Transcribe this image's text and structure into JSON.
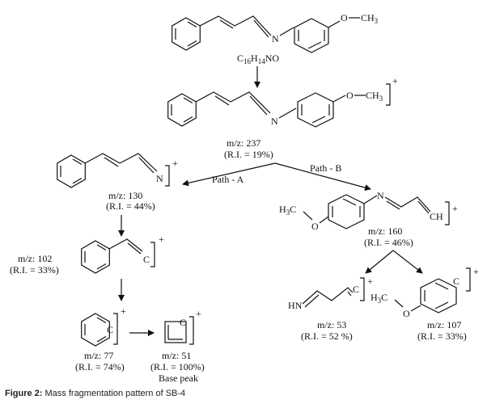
{
  "start": {
    "formula_main": "C",
    "formula_s1": "16",
    "formula_h": "H",
    "formula_s2": "14",
    "formula_tail": "NO"
  },
  "atoms": {
    "N": "N",
    "O": "O",
    "CH3": "CH",
    "CH3_sub": "3",
    "H3C": "H",
    "H3C_sub": "3",
    "H3C_c": "C",
    "C": "C",
    "CH": "CH",
    "HN": "HN",
    "plus": "+"
  },
  "paths": {
    "a": "Path - A",
    "b": "Path - B"
  },
  "fragments": {
    "m237": {
      "mz": "m/z: 237",
      "ri": "(R.I. = 19%)"
    },
    "m130": {
      "mz": "m/z: 130",
      "ri": "(R.I. = 44%)"
    },
    "m160": {
      "mz": "m/z: 160",
      "ri": "(R.I. = 46%)"
    },
    "m102": {
      "mz": "m/z: 102",
      "ri": "(R.I. = 33%)"
    },
    "m53": {
      "mz": "m/z: 53",
      "ri": "(R.I. = 52 %)"
    },
    "m107": {
      "mz": "m/z: 107",
      "ri": "(R.I. = 33%)"
    },
    "m77": {
      "mz": "m/z: 77",
      "ri": "(R.I. = 74%)"
    },
    "m51": {
      "mz": "m/z: 51",
      "ri": "(R.I. = 100%)",
      "note": "Base peak"
    }
  },
  "caption": {
    "label": "Figure 2:",
    "text": " Mass fragmentation pattern of SB-4"
  }
}
